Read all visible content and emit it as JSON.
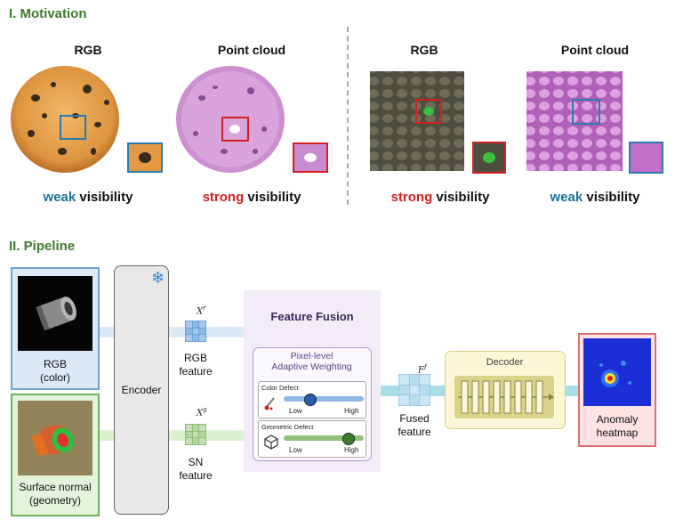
{
  "motivation": {
    "title": "I. Motivation",
    "panels": [
      {
        "header": "RGB",
        "vis_word": "weak",
        "vis_rest": " visibility",
        "tone": "blue"
      },
      {
        "header": "Point cloud",
        "vis_word": "strong",
        "vis_rest": " visibility",
        "tone": "red"
      },
      {
        "header": "RGB",
        "vis_word": "strong",
        "vis_rest": " visibility",
        "tone": "red"
      },
      {
        "header": "Point cloud",
        "vis_word": "weak",
        "vis_rest": " visibility",
        "tone": "blue"
      }
    ]
  },
  "pipeline": {
    "title": "II. Pipeline",
    "rgb_input": "RGB\n(color)",
    "sn_input": "Surface normal\n(geometry)",
    "encoder": "Encoder",
    "xr_symbol": "X",
    "xr_sup": "r",
    "xg_symbol": "X",
    "xg_sup": "g",
    "rgb_feature": "RGB\nfeature",
    "sn_feature": "SN\nfeature",
    "fusion_title": "Feature Fusion",
    "weighting_title": "Pixel-level\nAdaptive Weighting",
    "color_defect": "Color Defect",
    "geometric_defect": "Geometric Defect",
    "low": "Low",
    "high": "High",
    "color_slider_level": 0.3,
    "geo_slider_level": 0.85,
    "ff_symbol": "F",
    "ff_sup": "f",
    "fused_feature": "Fused\nfeature",
    "decoder": "Decoder",
    "anomaly": "Anomaly\nheatmap"
  },
  "colors": {
    "green_title": "#3f7a2e",
    "blue_accent": "#1f6f9c",
    "red_accent": "#d42020",
    "fusion_bg": "#f1ecf8",
    "decoder_bg": "#fbf7d6",
    "rgb_box": "#dceaf8",
    "sn_box": "#e4f3dc",
    "anomaly_box": "#fde3e3"
  }
}
